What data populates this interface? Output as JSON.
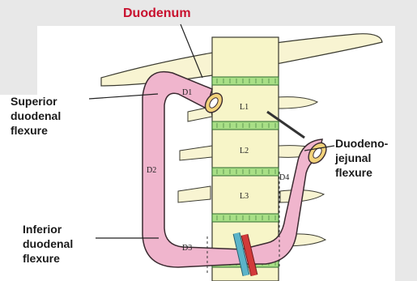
{
  "diagram": {
    "title": "Duodenum",
    "labels": {
      "superior": [
        "Superior",
        "duodenal",
        "flexure"
      ],
      "inferior": [
        "Inferior",
        "duodenal",
        "flexure"
      ],
      "dj": [
        "Duodeno-",
        "jejunal",
        "flexure"
      ]
    },
    "segments": [
      "D1",
      "D2",
      "D3",
      "D4"
    ],
    "vertebrae": [
      "L1",
      "L2",
      "L3"
    ],
    "colors": {
      "title": "#c8102e",
      "bowel": "#f0b5cd",
      "bowel_outline": "#3a2a30",
      "vertebra": "#f7f5c8",
      "disc": "#a8df86",
      "rib": "#f8f4d2",
      "artery": "#d23a3a",
      "vein": "#5bb4c9",
      "gray_backdrop": "#e8e8e8"
    }
  }
}
